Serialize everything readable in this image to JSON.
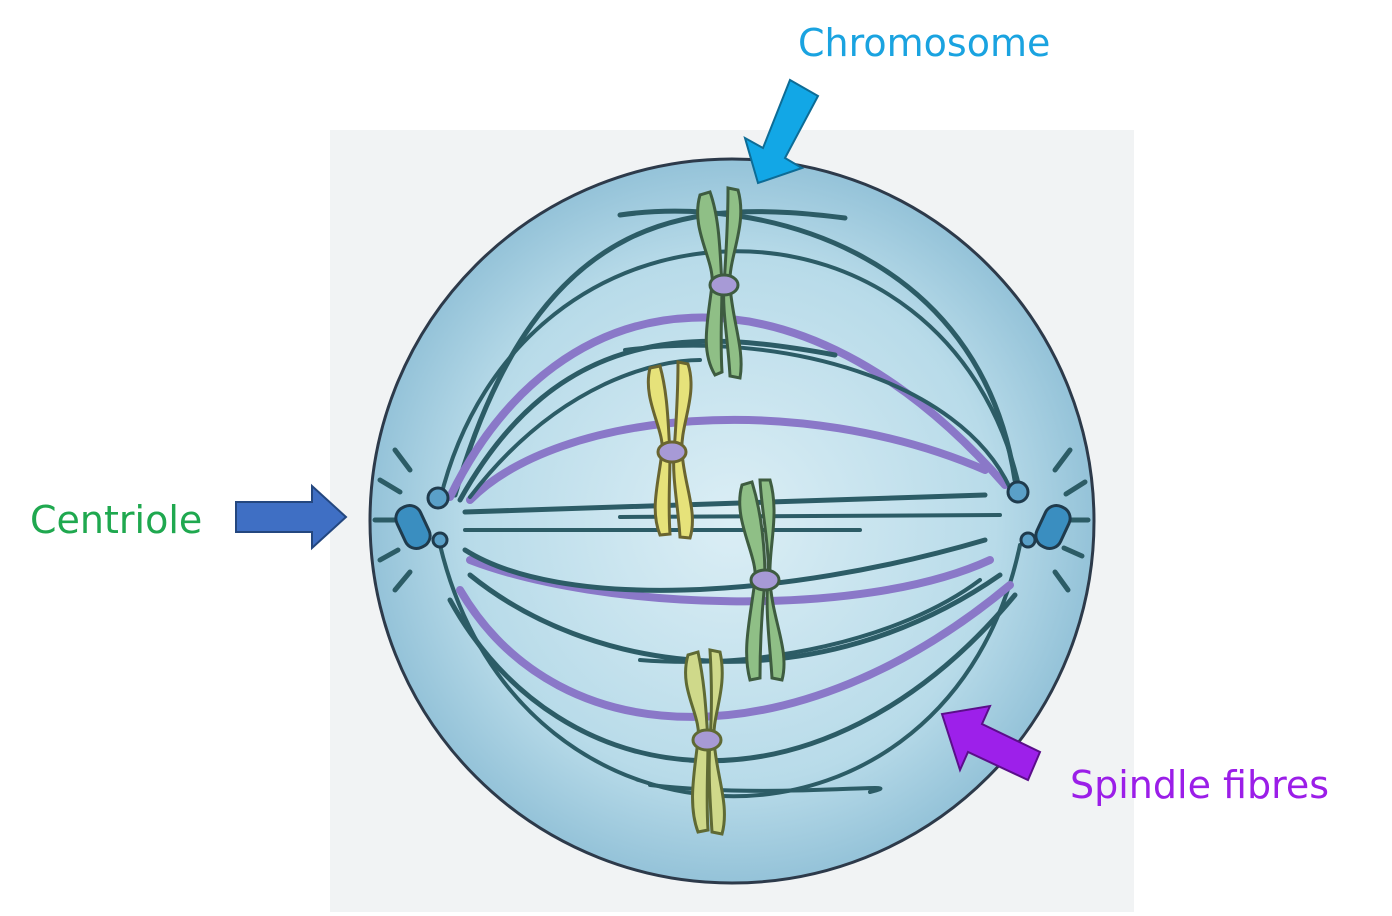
{
  "labels": {
    "chromosome": "Chromosome",
    "centriole": "Centriole",
    "spindle_fibres": "Spindle fibres"
  },
  "colors": {
    "chromosome_label": "#1aa3e0",
    "centriole_label": "#1fa84f",
    "spindle_label": "#9b1ee8",
    "chromosome_arrow": "#12a7e6",
    "centriole_arrow": "#3f6fc4",
    "spindle_arrow": "#9d20ea",
    "cell_fill": "#a9cfe0",
    "cell_outline": "#2d3a4a",
    "spindle_purple": "#8a78c8",
    "spindle_teal": "#2c5c66",
    "chromosome_green": "#8fbf86",
    "chromosome_yellow": "#e6e27a",
    "background_panel": "#f1f3f4"
  },
  "icons": {
    "chromosome_arrow": "arrow-down-left-icon",
    "centriole_arrow": "arrow-right-icon",
    "spindle_arrow": "arrow-up-left-icon"
  }
}
